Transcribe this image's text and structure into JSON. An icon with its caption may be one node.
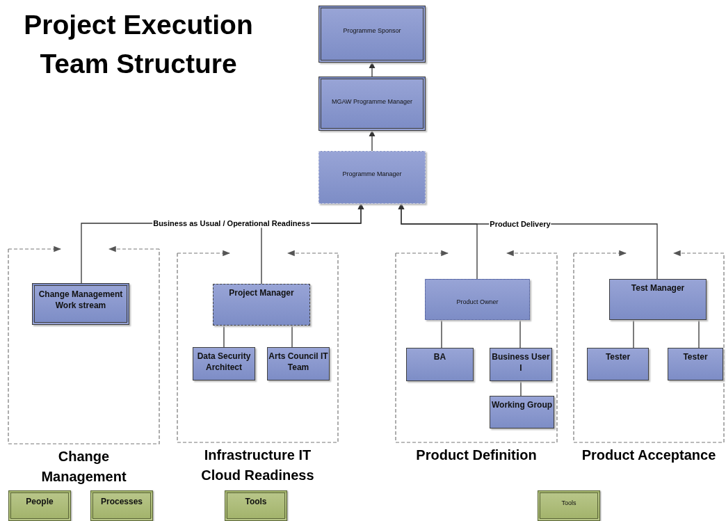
{
  "diagram": {
    "title": "Project Execution Team Structure",
    "nodes": [
      {
        "text": [
          "Programme Sponsor"
        ]
      },
      {
        "text": [
          "MGAW Programme Manager"
        ]
      },
      {
        "text": [
          "Programme Manager"
        ]
      },
      {
        "text": [
          "Change Management"
        ]
      },
      {
        "text": [
          "Change Management Work stream"
        ],
        "in": 3
      },
      {
        "text": [
          "Infrastructure IT Cloud Readiness"
        ]
      },
      {
        "text": [
          "Project Manager"
        ],
        "in": 5
      },
      {
        "text": [
          "Data Security Architect"
        ],
        "in": 5
      },
      {
        "text": [
          "Arts Council IT Team"
        ],
        "in": 5
      },
      {
        "text": [
          "Product Definition"
        ]
      },
      {
        "text": [
          "Product Owner"
        ],
        "in": 9
      },
      {
        "text": [
          "BA"
        ],
        "in": 9
      },
      {
        "text": [
          "Business User I"
        ],
        "in": 9
      },
      {
        "text": [
          "Working Group"
        ],
        "in": 9
      },
      {
        "text": [
          "Product Acceptance"
        ]
      },
      {
        "text": [
          "Test Manager"
        ],
        "in": 14
      },
      {
        "text": [
          "Tester"
        ],
        "in": 14
      },
      {
        "text": [
          "Tester"
        ],
        "in": 14
      },
      {
        "text": [
          "People"
        ]
      },
      {
        "text": [
          "Processes"
        ]
      },
      {
        "text": [
          "Tools"
        ]
      },
      {
        "text": [
          "Tools"
        ]
      }
    ],
    "edges": [
      {
        "from": 1,
        "to": 0,
        "arrow": "to"
      },
      {
        "from": 2,
        "to": 1,
        "arrow": "to"
      },
      {
        "from": 4,
        "to": 2,
        "arrow": "to",
        "label": "Business as Usual / Operational Readiness"
      },
      {
        "from": 6,
        "to": 2,
        "arrow": "to"
      },
      {
        "from": 10,
        "to": 2,
        "arrow": "to"
      },
      {
        "from": 15,
        "to": 2,
        "arrow": "to",
        "label": "Product Delivery"
      },
      {
        "from": 6,
        "to": 7,
        "arrow": "none"
      },
      {
        "from": 6,
        "to": 8,
        "arrow": "none"
      },
      {
        "from": 10,
        "to": 11,
        "arrow": "none"
      },
      {
        "from": 10,
        "to": 12,
        "arrow": "none"
      },
      {
        "from": 12,
        "to": 13,
        "arrow": "none"
      },
      {
        "from": 15,
        "to": 16,
        "arrow": "none"
      },
      {
        "from": 15,
        "to": 17,
        "arrow": "none"
      }
    ]
  }
}
